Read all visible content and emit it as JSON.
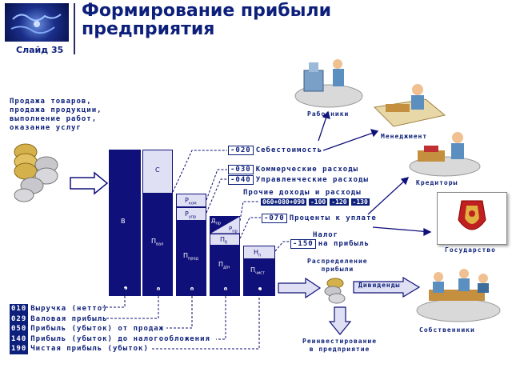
{
  "header": {
    "title_line1": "Формирование прибыли",
    "title_line2": "предприятия",
    "slide_label": "Слайд 35"
  },
  "sales_text": [
    "Продажа товаров,",
    "продажа продукции,",
    "выполнение работ,",
    "оказание услуг"
  ],
  "bar_labels": {
    "b": "В",
    "c": "С",
    "p_val": "П",
    "p_val_sub": "вал",
    "r_kom": "Р",
    "r_kom_sub": "ком",
    "r_upr": "Р",
    "r_upr_sub": "упр",
    "p_prod": "П",
    "p_prod_sub": "прод",
    "d_pr": "Д",
    "d_pr_sub": "пр",
    "r_pr": "Р",
    "r_pr_sub": "пр",
    "p_b": "П",
    "p_b_sub": "б",
    "p_dn": "П",
    "p_dn_sub": "д/н",
    "n_p": "Н",
    "n_p_sub": "п",
    "p_chist": "П",
    "p_chist_sub": "чист"
  },
  "right_labels": {
    "cost_code": "-020",
    "cost_text": "Себестоимость",
    "kom_code": "-030",
    "kom_text": "Коммерческие расходы",
    "upr_code": "-040",
    "upr_text": "Управленческие расходы",
    "other_title": "Прочие доходы и расходы",
    "other_codes": [
      "060+080+090",
      "-100",
      "-120",
      "-130"
    ],
    "interest_code": "-070",
    "interest_text": "Проценты к уплате",
    "tax_code": "-150",
    "tax_text_1": "Налог",
    "tax_text_2": "на прибыль"
  },
  "bottom_legend": [
    {
      "code": "010",
      "text": "Выручка (нетто)"
    },
    {
      "code": "029",
      "text": "Валовая прибыль"
    },
    {
      "code": "050",
      "text": "Прибыль (убыток) от продаж"
    },
    {
      "code": "140",
      "text": "Прибыль (убыток) до налогообложения"
    },
    {
      "code": "190",
      "text": "Чистая прибыль (убыток)"
    }
  ],
  "distribution": {
    "title_1": "Распределение",
    "title_2": "прибыли",
    "dividends": "Дивиденды",
    "reinvest_1": "Реинвестирование",
    "reinvest_2": "в предприятие"
  },
  "stakeholders": {
    "workers": "Работники",
    "management": "Менеджмент",
    "creditors": "Кредиторы",
    "state": "Государство",
    "owners": "Собственники"
  },
  "colors": {
    "navy": "#10107a",
    "light": "#dfe0f3",
    "text": "#0c1f7a"
  }
}
